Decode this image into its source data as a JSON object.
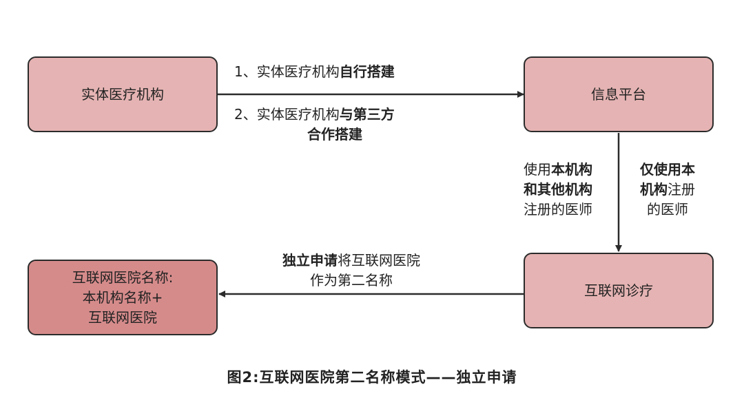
{
  "colors": {
    "box_fill": "#e5b3b3",
    "box_fill_dark": "#d68b8b",
    "border": "#2b2b2b",
    "arrow": "#2b2b2b"
  },
  "nodes": {
    "entity": {
      "text": "实体医疗机构"
    },
    "platform": {
      "text": "信息平台"
    },
    "internet_care": {
      "text": "互联网诊疗"
    },
    "naming": {
      "line1": "互联网医院名称:",
      "line2": "本机构名称+",
      "line3": "互联网医院"
    }
  },
  "edges": {
    "entity_to_platform": {
      "option1_prefix": "1、实体医疗机构",
      "option1_bold": "自行搭建",
      "option2_prefix": "2、实体医疗机构",
      "option2_bold_line1": "与第三方",
      "option2_bold_line2": "合作搭建"
    },
    "platform_to_care_left": {
      "line1_prefix": "使用",
      "line1_bold": "本机构",
      "line2_bold": "和其他机构",
      "line3": "注册的医师"
    },
    "platform_to_care_right": {
      "line1_bold": "仅使用本",
      "line2_bold": "机构",
      "line2_suffix": "注册",
      "line3": "的医师"
    },
    "care_to_naming": {
      "line1_bold": "独立申请",
      "line1_suffix": "将互联网医院",
      "line2": "作为第二名称"
    }
  },
  "caption": "图2:互联网医院第二名称模式——独立申请"
}
